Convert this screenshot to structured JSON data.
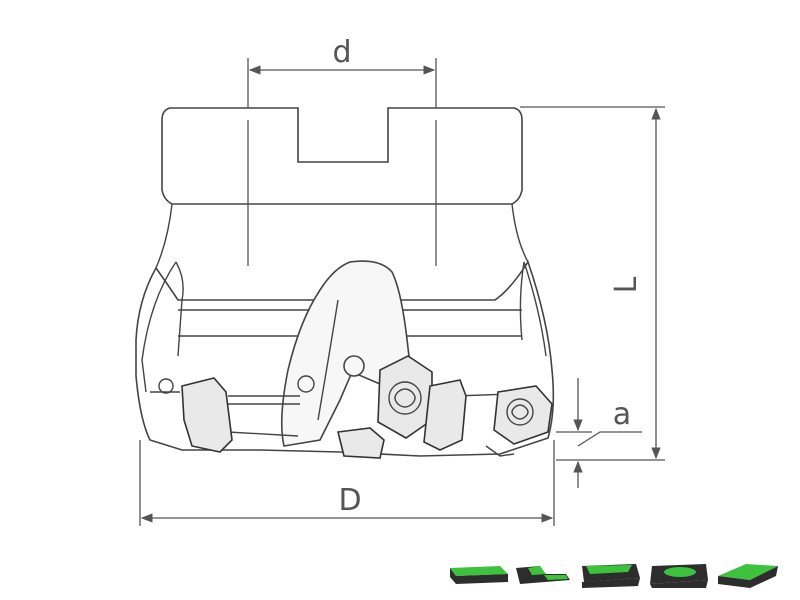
{
  "diagram": {
    "dimensions": {
      "bore": "d",
      "length": "L",
      "depth": "a",
      "diameter": "D"
    },
    "insert_colors": {
      "top": "#3cc23c",
      "side": "#2d2d2d"
    }
  }
}
